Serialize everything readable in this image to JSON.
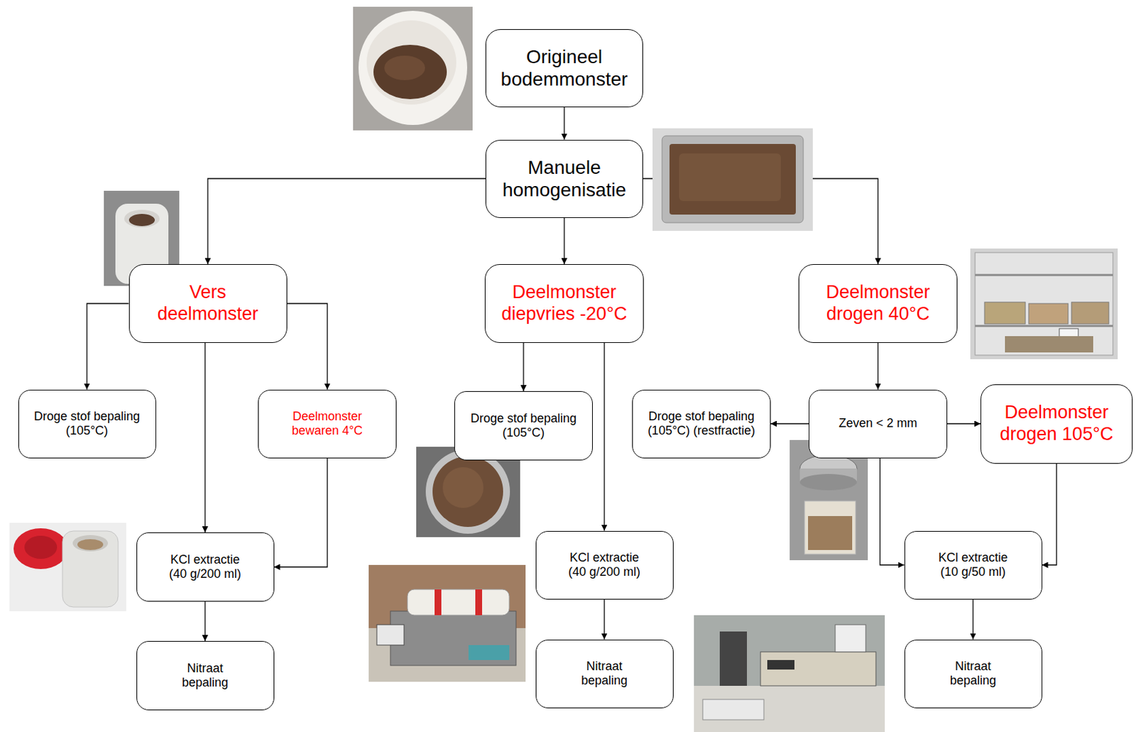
{
  "diagram": {
    "nodes": [
      {
        "text": [
          "Origineel bodemmonster"
        ]
      },
      {
        "text": [
          "Manuele homogenisatie"
        ]
      },
      {
        "text": [
          "Vers deelmonster"
        ]
      },
      {
        "text": [
          "Deelmonster diepvries -20°C"
        ]
      },
      {
        "text": [
          "Deelmonster drogen 40°C"
        ]
      },
      {
        "text": [
          "Droge stof bepaling (105°C)"
        ]
      },
      {
        "text": [
          "Deelmonster bewaren 4°C"
        ]
      },
      {
        "text": [
          "Droge stof bepaling (105°C)"
        ]
      },
      {
        "text": [
          "Droge stof bepaling (105°C) (restfractie)"
        ]
      },
      {
        "text": [
          "Zeven < 2 mm"
        ]
      },
      {
        "text": [
          "Deelmonster drogen 105°C"
        ]
      },
      {
        "text": [
          "KCl extractie (40 g/200 ml)"
        ]
      },
      {
        "text": [
          "KCl extractie (40 g/200 ml)"
        ]
      },
      {
        "text": [
          "KCl extractie (10 g/50 ml)"
        ]
      },
      {
        "text": [
          "Nitraat bepaling"
        ]
      },
      {
        "text": [
          "Nitraat bepaling"
        ]
      },
      {
        "text": [
          "Nitraat bepaling"
        ]
      }
    ],
    "edges": [
      {
        "from": 0,
        "to": 1,
        "arrow": "to"
      },
      {
        "from": 1,
        "to": 2,
        "arrow": "to"
      },
      {
        "from": 1,
        "to": 3,
        "arrow": "to"
      },
      {
        "from": 1,
        "to": 4,
        "arrow": "to"
      },
      {
        "from": 2,
        "to": 5,
        "arrow": "to"
      },
      {
        "from": 2,
        "to": 11,
        "arrow": "to"
      },
      {
        "from": 2,
        "to": 6,
        "arrow": "to"
      },
      {
        "from": 6,
        "to": 11,
        "arrow": "to"
      },
      {
        "from": 3,
        "to": 7,
        "arrow": "to"
      },
      {
        "from": 3,
        "to": 12,
        "arrow": "to"
      },
      {
        "from": 4,
        "to": 9,
        "arrow": "to"
      },
      {
        "from": 9,
        "to": 8,
        "arrow": "to"
      },
      {
        "from": 9,
        "to": 10,
        "arrow": "to"
      },
      {
        "from": 9,
        "to": 13,
        "arrow": "to"
      },
      {
        "from": 10,
        "to": 13,
        "arrow": "to"
      },
      {
        "from": 11,
        "to": 14,
        "arrow": "to"
      },
      {
        "from": 12,
        "to": 15,
        "arrow": "to"
      },
      {
        "from": 13,
        "to": 16,
        "arrow": "to"
      }
    ]
  }
}
